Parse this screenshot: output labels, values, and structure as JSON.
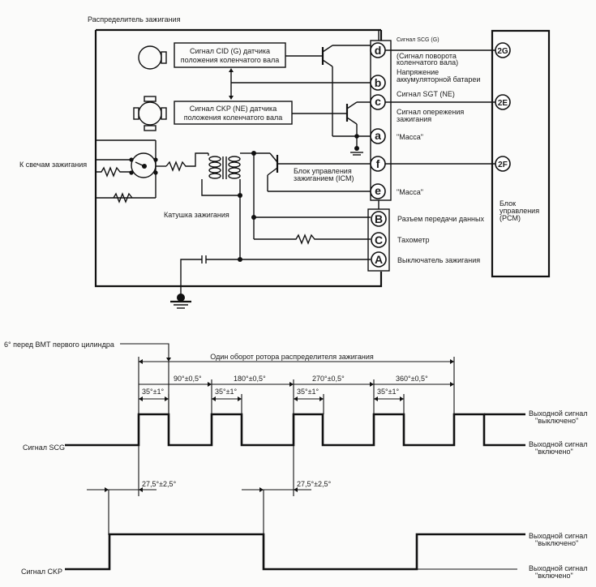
{
  "circuit": {
    "distributor_label": "Распределитель зажигания",
    "cid_sensor_label_1": "Сигнал CID (G) датчика",
    "cid_sensor_label_2": "положения коленчатого вала",
    "ckp_sensor_label_1": "Сигнал CKP (NE) датчика",
    "ckp_sensor_label_2": "положения коленчатого вала",
    "spark_plugs_label": "К свечам зажигания",
    "coil_label": "Катушка зажигания",
    "icm_label_1": "Блок управления",
    "icm_label_2": "зажиганием (ICM)",
    "pcm_label_1": "Блок",
    "pcm_label_2": "управления",
    "pcm_label_3": "(PCM)",
    "pins": [
      {
        "id": "d",
        "label_1": "Сигнал SCG (G)",
        "label_2": "(Сигнал поворота",
        "label_3": "коленчатого вала)"
      },
      {
        "id": "b",
        "label_1": "Напряжение",
        "label_2": "аккумуляторной батареи"
      },
      {
        "id": "c",
        "label_1": "Сигнал SGT (NE)",
        "label_2": "Сигнал опережения",
        "label_3": "зажигания"
      },
      {
        "id": "a",
        "label_1": "\"Масса\""
      },
      {
        "id": "f",
        "label_1": ""
      },
      {
        "id": "e",
        "label_1": "\"Масса\""
      }
    ],
    "connector_pins": [
      {
        "id": "B",
        "label": "Разъем передачи данных"
      },
      {
        "id": "C",
        "label": "Тахометр"
      },
      {
        "id": "A",
        "label": "Выключатель зажигания"
      }
    ],
    "pcm_pins": [
      "2G",
      "2E",
      "2F"
    ]
  },
  "timing": {
    "tdc_label": "6° перед ВМТ первого цилиндра",
    "revolution_label": "Один оборот ротора распределителя зажигания",
    "angle_labels": [
      "90°±0,5°",
      "180°±0,5°",
      "270°±0,5°",
      "360°±0,5°"
    ],
    "pulse_width_label": "35°±1°",
    "ckp_offset_label": "27,5°±2,5°",
    "scg_signal_label": "Сигнал SCG",
    "ckp_signal_label": "Сигнал CKP",
    "output_off_1": "Выходной сигнал",
    "output_off_2": "\"выключено\"",
    "output_on_1": "Выходной сигнал",
    "output_on_2": "\"включено\""
  }
}
